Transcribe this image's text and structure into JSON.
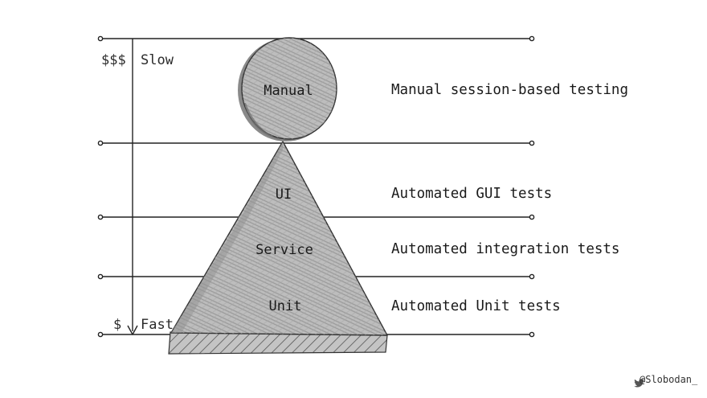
{
  "axis": {
    "cost_high": "$$$",
    "speed_high": "Slow",
    "cost_low": "$",
    "speed_low": "Fast"
  },
  "layers": [
    {
      "label": "Manual",
      "description": "Manual session-based testing"
    },
    {
      "label": "UI",
      "description": "Automated GUI tests"
    },
    {
      "label": "Service",
      "description": "Automated integration tests"
    },
    {
      "label": "Unit",
      "description": "Automated Unit tests"
    }
  ],
  "credit": {
    "icon": "twitter-bird-icon",
    "handle": "@Slobodan_"
  },
  "colors": {
    "shape_fill": "#b8b8b8",
    "ink": "#222222"
  }
}
